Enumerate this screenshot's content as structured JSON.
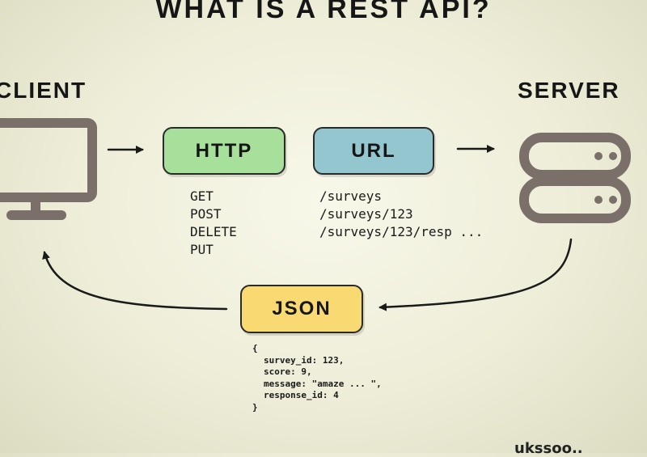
{
  "title": "WHAT IS A REST API?",
  "client": {
    "label": "CLIENT"
  },
  "server": {
    "label": "SERVER"
  },
  "http": {
    "label": "HTTP",
    "methods": [
      "GET",
      "POST",
      "DELETE",
      "PUT"
    ]
  },
  "url": {
    "label": "URL",
    "paths": [
      "/surveys",
      "/surveys/123",
      "/surveys/123/resp ..."
    ]
  },
  "json": {
    "label": "JSON",
    "body": [
      "{",
      "survey_id: 123,",
      "score: 9,",
      "message: \"amaze ... \",",
      "response_id: 4",
      "}"
    ]
  },
  "footer": "ukssoo..",
  "colors": {
    "http_box": "#a6e09a",
    "url_box": "#93c6cf",
    "json_box": "#f9da72",
    "icon_stroke": "#7a6f69",
    "arrow": "#1a1a1a"
  },
  "icons": {
    "client": "monitor-icon",
    "server": "server-stack-icon"
  }
}
